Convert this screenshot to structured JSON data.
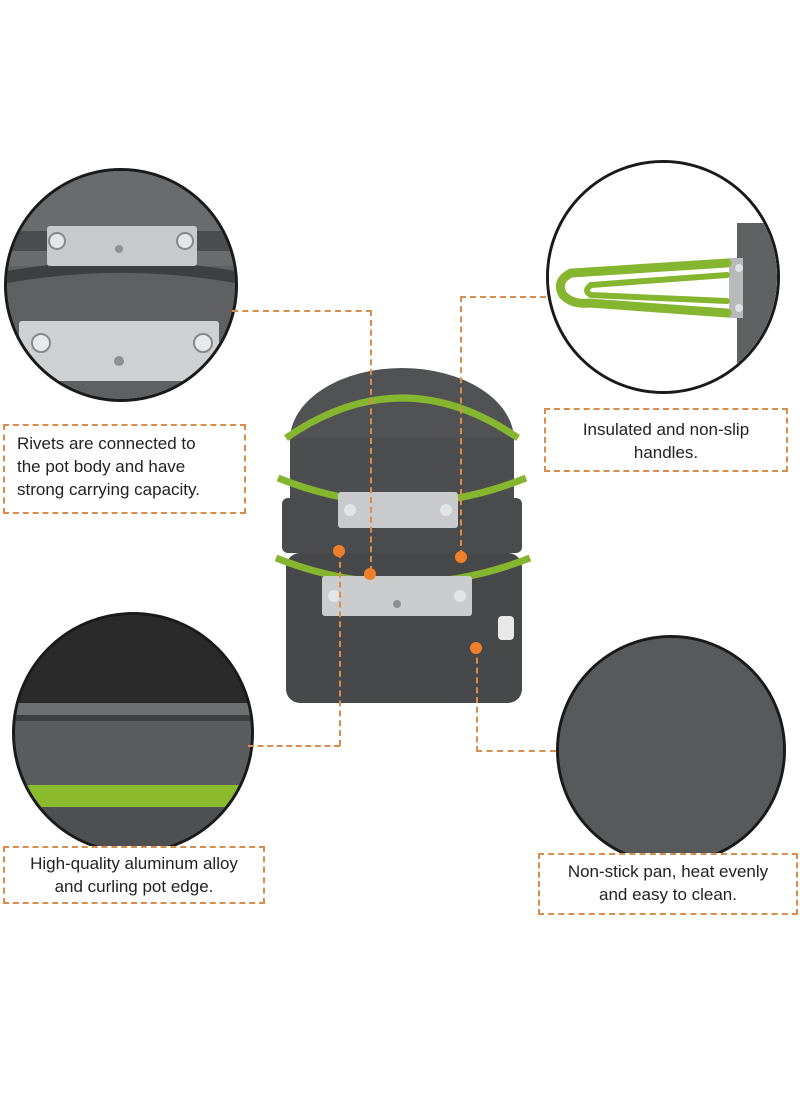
{
  "callouts": {
    "rivets": {
      "lines": [
        "Rivets are connected to",
        "the pot body and have",
        "strong carrying capacity."
      ],
      "image": "rivet-closeup"
    },
    "handle": {
      "lines": [
        "Insulated and non-slip",
        "handles."
      ],
      "image": "handle-closeup"
    },
    "edge": {
      "lines": [
        "High-quality aluminum alloy",
        "and curling pot edge."
      ],
      "image": "pot-edge-closeup"
    },
    "pan": {
      "lines": [
        "Non-stick pan, heat evenly",
        "and easy to clean."
      ],
      "image": "pan-surface-closeup"
    }
  },
  "product": {
    "name": "stacked-camping-pot-set",
    "handle_color": "#8ab832",
    "body_color": "#4a4b4d",
    "marker_color": "#f07f2a"
  },
  "colors": {
    "dashed_border": "#d98d4a",
    "text": "#222222"
  }
}
